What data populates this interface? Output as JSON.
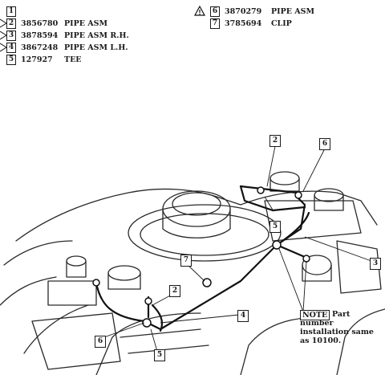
{
  "parts_left": [
    {
      "num": "1",
      "part_no": "",
      "desc": ""
    },
    {
      "num": "2",
      "part_no": "3856780",
      "desc": "PIPE ASM"
    },
    {
      "num": "3",
      "part_no": "3878594",
      "desc": "PIPE ASM R.H."
    },
    {
      "num": "4",
      "part_no": "3867248",
      "desc": "PIPE ASM L.H."
    },
    {
      "num": "5",
      "part_no": "127927",
      "desc": "TEE"
    }
  ],
  "parts_right": [
    {
      "num": "6",
      "part_no": "3870279",
      "desc": "PIPE ASM"
    },
    {
      "num": "7",
      "part_no": "3785694",
      "desc": "CLIP"
    }
  ],
  "callouts": {
    "c2_top": "2",
    "c6_top": "6",
    "c5_top": "5",
    "c3": "3",
    "c7": "7",
    "c2_mid": "2",
    "c4": "4",
    "c6_bot": "6",
    "c5_bot": "5"
  },
  "note": {
    "label": "NOTE",
    "text": "Part number installation same as 10100."
  },
  "icons": {
    "warning": "warning-triangle-icon"
  }
}
